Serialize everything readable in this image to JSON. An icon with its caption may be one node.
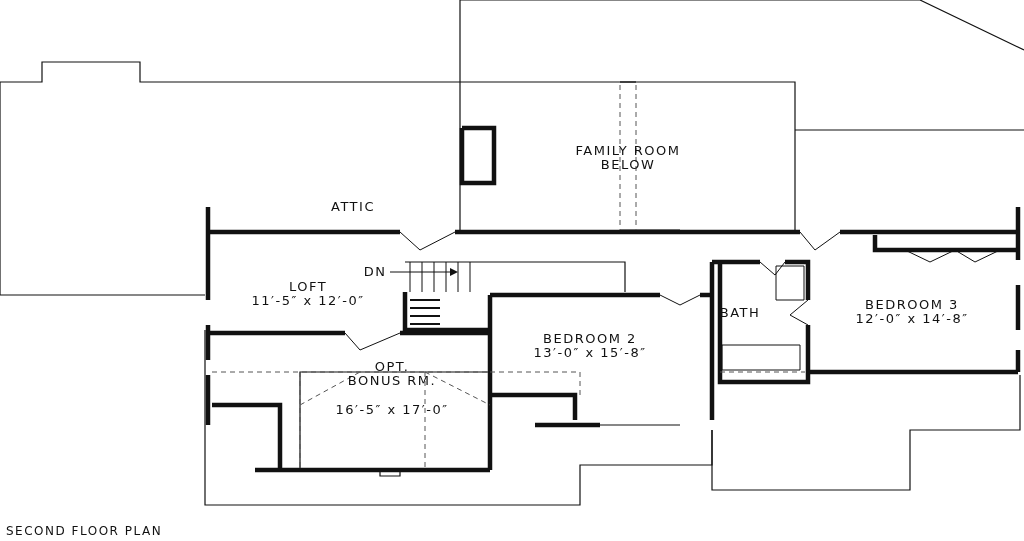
{
  "diagram": {
    "caption": "SECOND FLOOR PLAN",
    "labels": [
      "FAMILY ROOM BELOW",
      "ATTIC",
      "DN",
      "LOFT",
      "11′-5″ x 12′-0″",
      "BEDROOM 3",
      "12′-0″ x 14′-8″",
      "BATH",
      "BEDROOM 2",
      "13′-0″ x 15′-8″",
      "OPT. BONUS RM.",
      "16′-5″ x 17′-0″"
    ]
  }
}
